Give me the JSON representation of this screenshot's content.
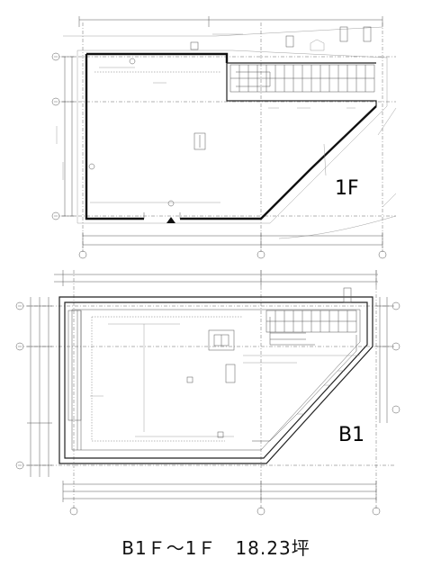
{
  "plans": {
    "upper": {
      "floor_label": "1F"
    },
    "lower": {
      "floor_label": "B1"
    }
  },
  "caption": "B1Ｆ～1Ｆ　18.23坪"
}
